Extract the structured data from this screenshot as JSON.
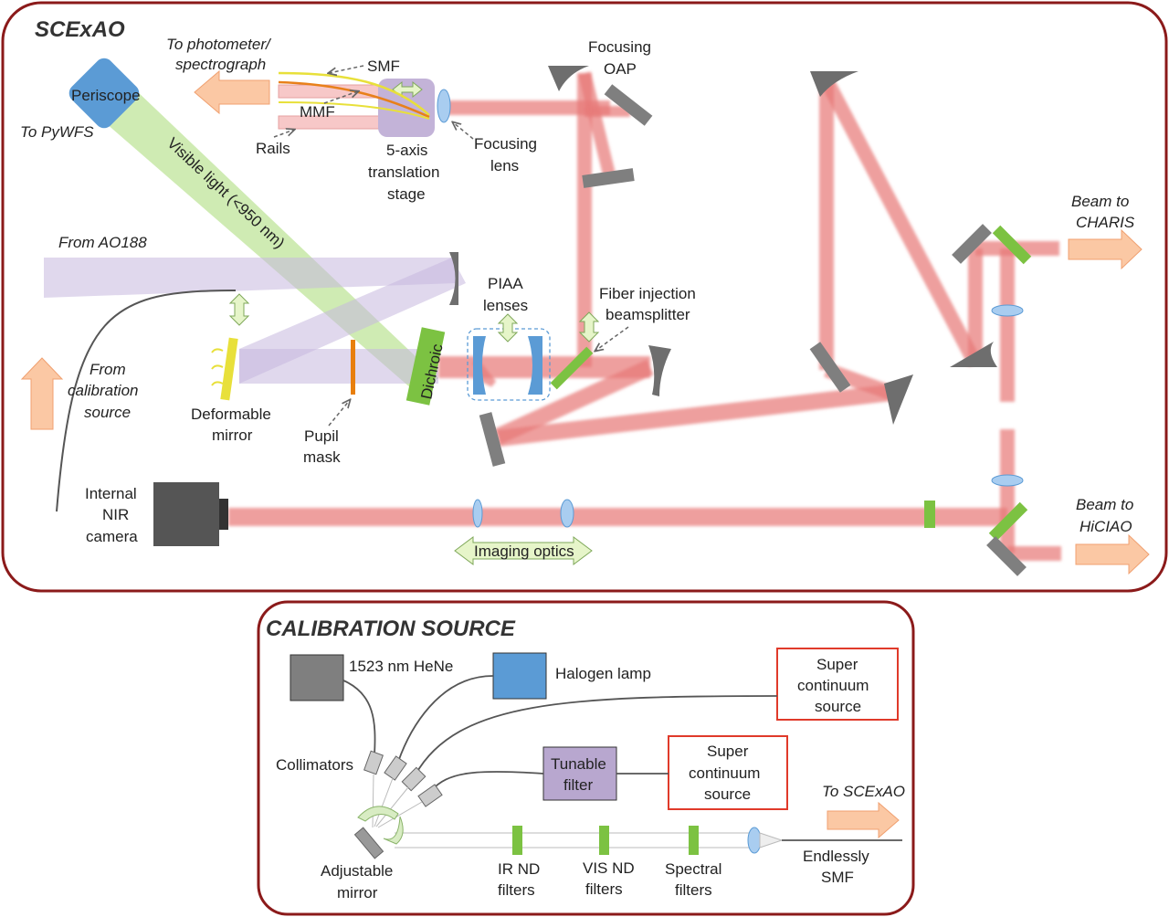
{
  "sections": {
    "scexao_title": "SCExAO",
    "calibration_title": "CALIBRATION SOURCE"
  },
  "scexao": {
    "periscope": "Periscope",
    "to_pywfs": "To PyWFS",
    "to_photometer": [
      "To photometer/",
      "spectrograph"
    ],
    "smf": "SMF",
    "mmf": "MMF",
    "rails": "Rails",
    "translation_stage": [
      "5-axis",
      "translation",
      "stage"
    ],
    "focusing_lens": [
      "Focusing",
      "lens"
    ],
    "focusing_oap": [
      "Focusing",
      "OAP"
    ],
    "visible_light": "Visible light (<950 nm)",
    "from_ao188": "From AO188",
    "from_calibration": [
      "From",
      "calibration",
      "source"
    ],
    "deformable_mirror": [
      "Deformable",
      "mirror"
    ],
    "pupil_mask": [
      "Pupil",
      "mask"
    ],
    "dichroic": "Dichroic",
    "piaa_lenses": [
      "PIAA",
      "lenses"
    ],
    "fiber_injection": [
      "Fiber injection",
      "beamsplitter"
    ],
    "beam_to_charis": [
      "Beam to",
      "CHARIS"
    ],
    "beam_to_hiciao": [
      "Beam to",
      "HiCIAO"
    ],
    "internal_nir_camera": [
      "Internal",
      "NIR",
      "camera"
    ],
    "imaging_optics": "Imaging optics"
  },
  "calibration": {
    "hene": "1523 nm HeNe",
    "halogen": "Halogen lamp",
    "supercontinuum_1": [
      "Super",
      "continuum",
      "source"
    ],
    "supercontinuum_2": [
      "Super",
      "continuum",
      "source"
    ],
    "tunable_filter": [
      "Tunable",
      "filter"
    ],
    "collimators": "Collimators",
    "adjustable_mirror": [
      "Adjustable",
      "mirror"
    ],
    "ir_nd": [
      "IR ND",
      "filters"
    ],
    "vis_nd": [
      "VIS ND",
      "filters"
    ],
    "spectral": [
      "Spectral",
      "filters"
    ],
    "endlessly_smf": [
      "Endlessly",
      "SMF"
    ],
    "to_scexao": "To SCExAO"
  },
  "colors": {
    "frame": "#8b1a1a",
    "beam_red": "#e87a78",
    "visible_green": "#b6e08a",
    "ao188_purple": "#c7b8de",
    "periscope_blue": "#5b9bd5",
    "arrow_orange": "#fbc8a4",
    "filter_green": "#7cc242",
    "dm_yellow": "#e8e03a",
    "pupil_orange": "#e87f0e",
    "box_red": "#e03a2a",
    "tunable_purple": "#b8a7cf"
  }
}
